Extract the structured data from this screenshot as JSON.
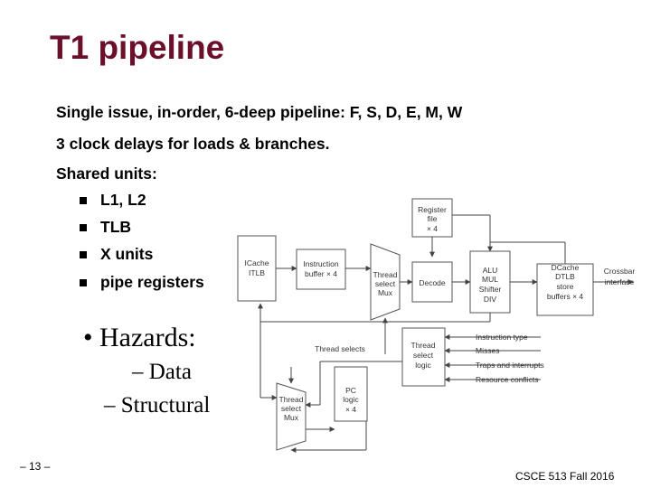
{
  "slide": {
    "title": "T1 pipeline",
    "lines": [
      "Single issue, in-order, 6-deep pipeline: F, S, D, E, M, W",
      "3 clock delays for loads & branches.",
      "Shared units:"
    ],
    "shared_units": [
      "L1, L2",
      "TLB",
      "X units",
      "pipe registers"
    ],
    "hazards_heading": "• Hazards:",
    "hazards": [
      "– Data",
      "– Structural"
    ],
    "page_number": "– 13 –",
    "course": "CSCE 513 Fall 2016"
  },
  "diagram": {
    "icache": [
      "ICache",
      "ITLB"
    ],
    "instruction_buffer": [
      "Instruction",
      "buffer × 4"
    ],
    "thread_select_mux_top": [
      "Thread",
      "select",
      "Mux"
    ],
    "register_file": [
      "Register",
      "file",
      "× 4"
    ],
    "decode": "Decode",
    "alu": [
      "ALU",
      "MUL",
      "Shifter",
      "DIV"
    ],
    "dcache": [
      "DCache",
      "DTLB",
      "store",
      "buffers × 4"
    ],
    "crossbar": [
      "Crossbar",
      "interface"
    ],
    "thread_selects": "Thread selects",
    "thread_select_logic": [
      "Thread",
      "select",
      "logic"
    ],
    "inputs": [
      "Instruction type",
      "Misses",
      "Traps and interrupts",
      "Resource conflicts"
    ],
    "thread_select_mux_bottom": [
      "Thread",
      "select",
      "Mux"
    ],
    "pc_logic": [
      "PC",
      "logic",
      "× 4"
    ]
  }
}
